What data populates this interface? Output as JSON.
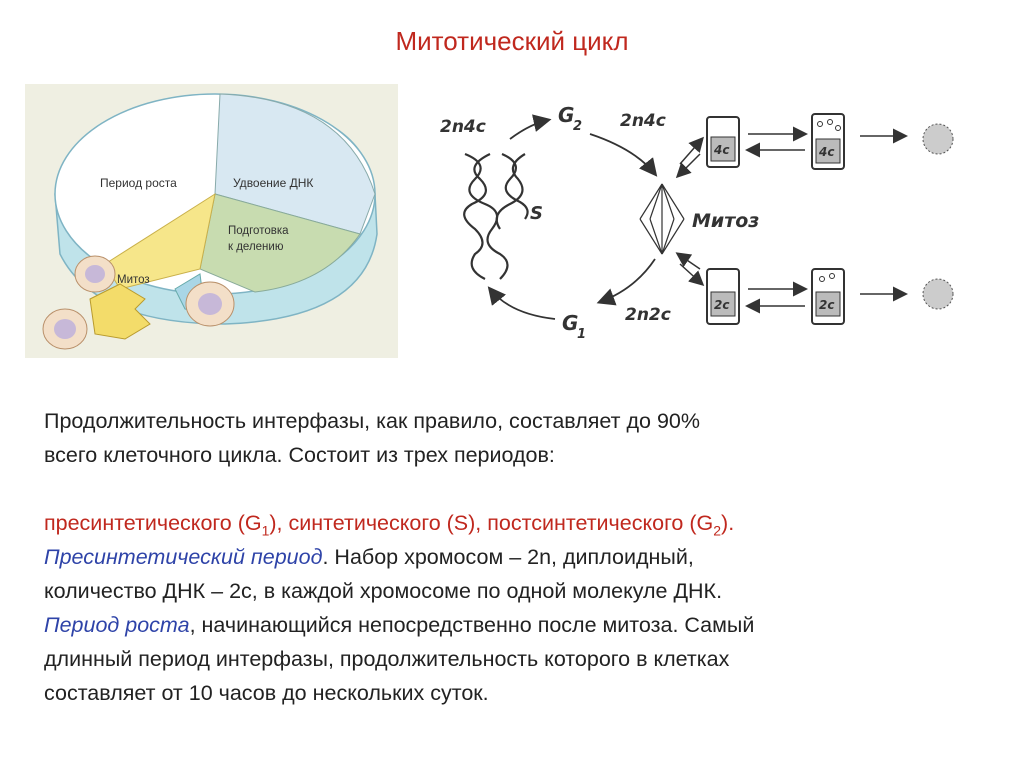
{
  "title": "Митотический цикл",
  "pie": {
    "growth": "Период роста",
    "dna": "Удвоение ДНК",
    "prep_line1": "Подготовка",
    "prep_line2": "к делению",
    "mitosis": "Митоз"
  },
  "cycle": {
    "g2_ploidy": "2n4c",
    "g2": "G",
    "g2_sub": "2",
    "s": "S",
    "g2_right": "2n4c",
    "mitosis": "Митоз",
    "g1": "G",
    "g1_sub": "1",
    "g1_right": "2n2c",
    "box_top_a": "4c",
    "box_top_b": "4c",
    "box_bot_a": "2c",
    "box_bot_b": "2c"
  },
  "text": {
    "p1_line1": "Продолжительность интерфазы, как правило, составляет до 90%",
    "p1_line2": "всего клеточного цикла. Состоит из трех периодов:",
    "periods_a": "пресинтетического (G",
    "periods_sub1": "1",
    "periods_b": "), синтетического (S), постсинтетического (G",
    "periods_sub2": "2",
    "periods_c": ").",
    "pre_term": "Пресинтетический период",
    "pre_rest": ". Набор хромосом – 2n, диплоидный,",
    "dna_line": "количество ДНК – 2с, в каждой хромосоме по одной молекуле ДНК.",
    "growth_term": "Период роста",
    "growth_rest": ", начинающийся непосредственно после митоза. Самый",
    "long_line1": "длинный период интерфазы, продолжительность которого в клетках",
    "long_line2": "составляет от 10 часов до нескольких суток."
  }
}
